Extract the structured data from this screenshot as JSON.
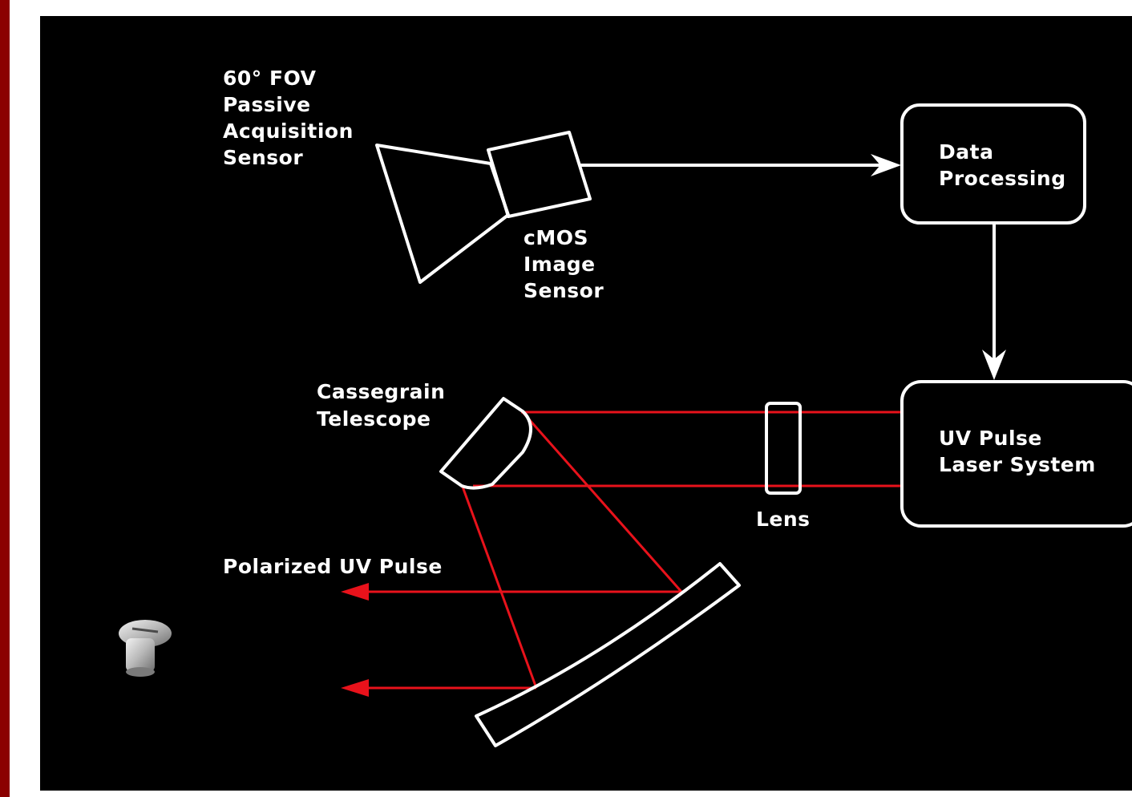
{
  "colors": {
    "left_bar": "#8b0000",
    "panel_background": "#000000",
    "outline": "#ffffff",
    "beam": "#e8121b"
  },
  "labels": {
    "acquisition_sensor": [
      "60° FOV",
      "Passive",
      "Acquisition",
      "Sensor"
    ],
    "cmos_sensor": [
      "cMOS",
      "Image",
      "Sensor"
    ],
    "data_processing": [
      "Data",
      "Processing"
    ],
    "telescope": [
      "Cassegrain",
      "Telescope"
    ],
    "laser_system": [
      "UV Pulse",
      "Laser System"
    ],
    "lens": "Lens",
    "output_pulse": "Polarized UV Pulse"
  },
  "icons": {
    "corner_decoration": "bolt-icon"
  }
}
